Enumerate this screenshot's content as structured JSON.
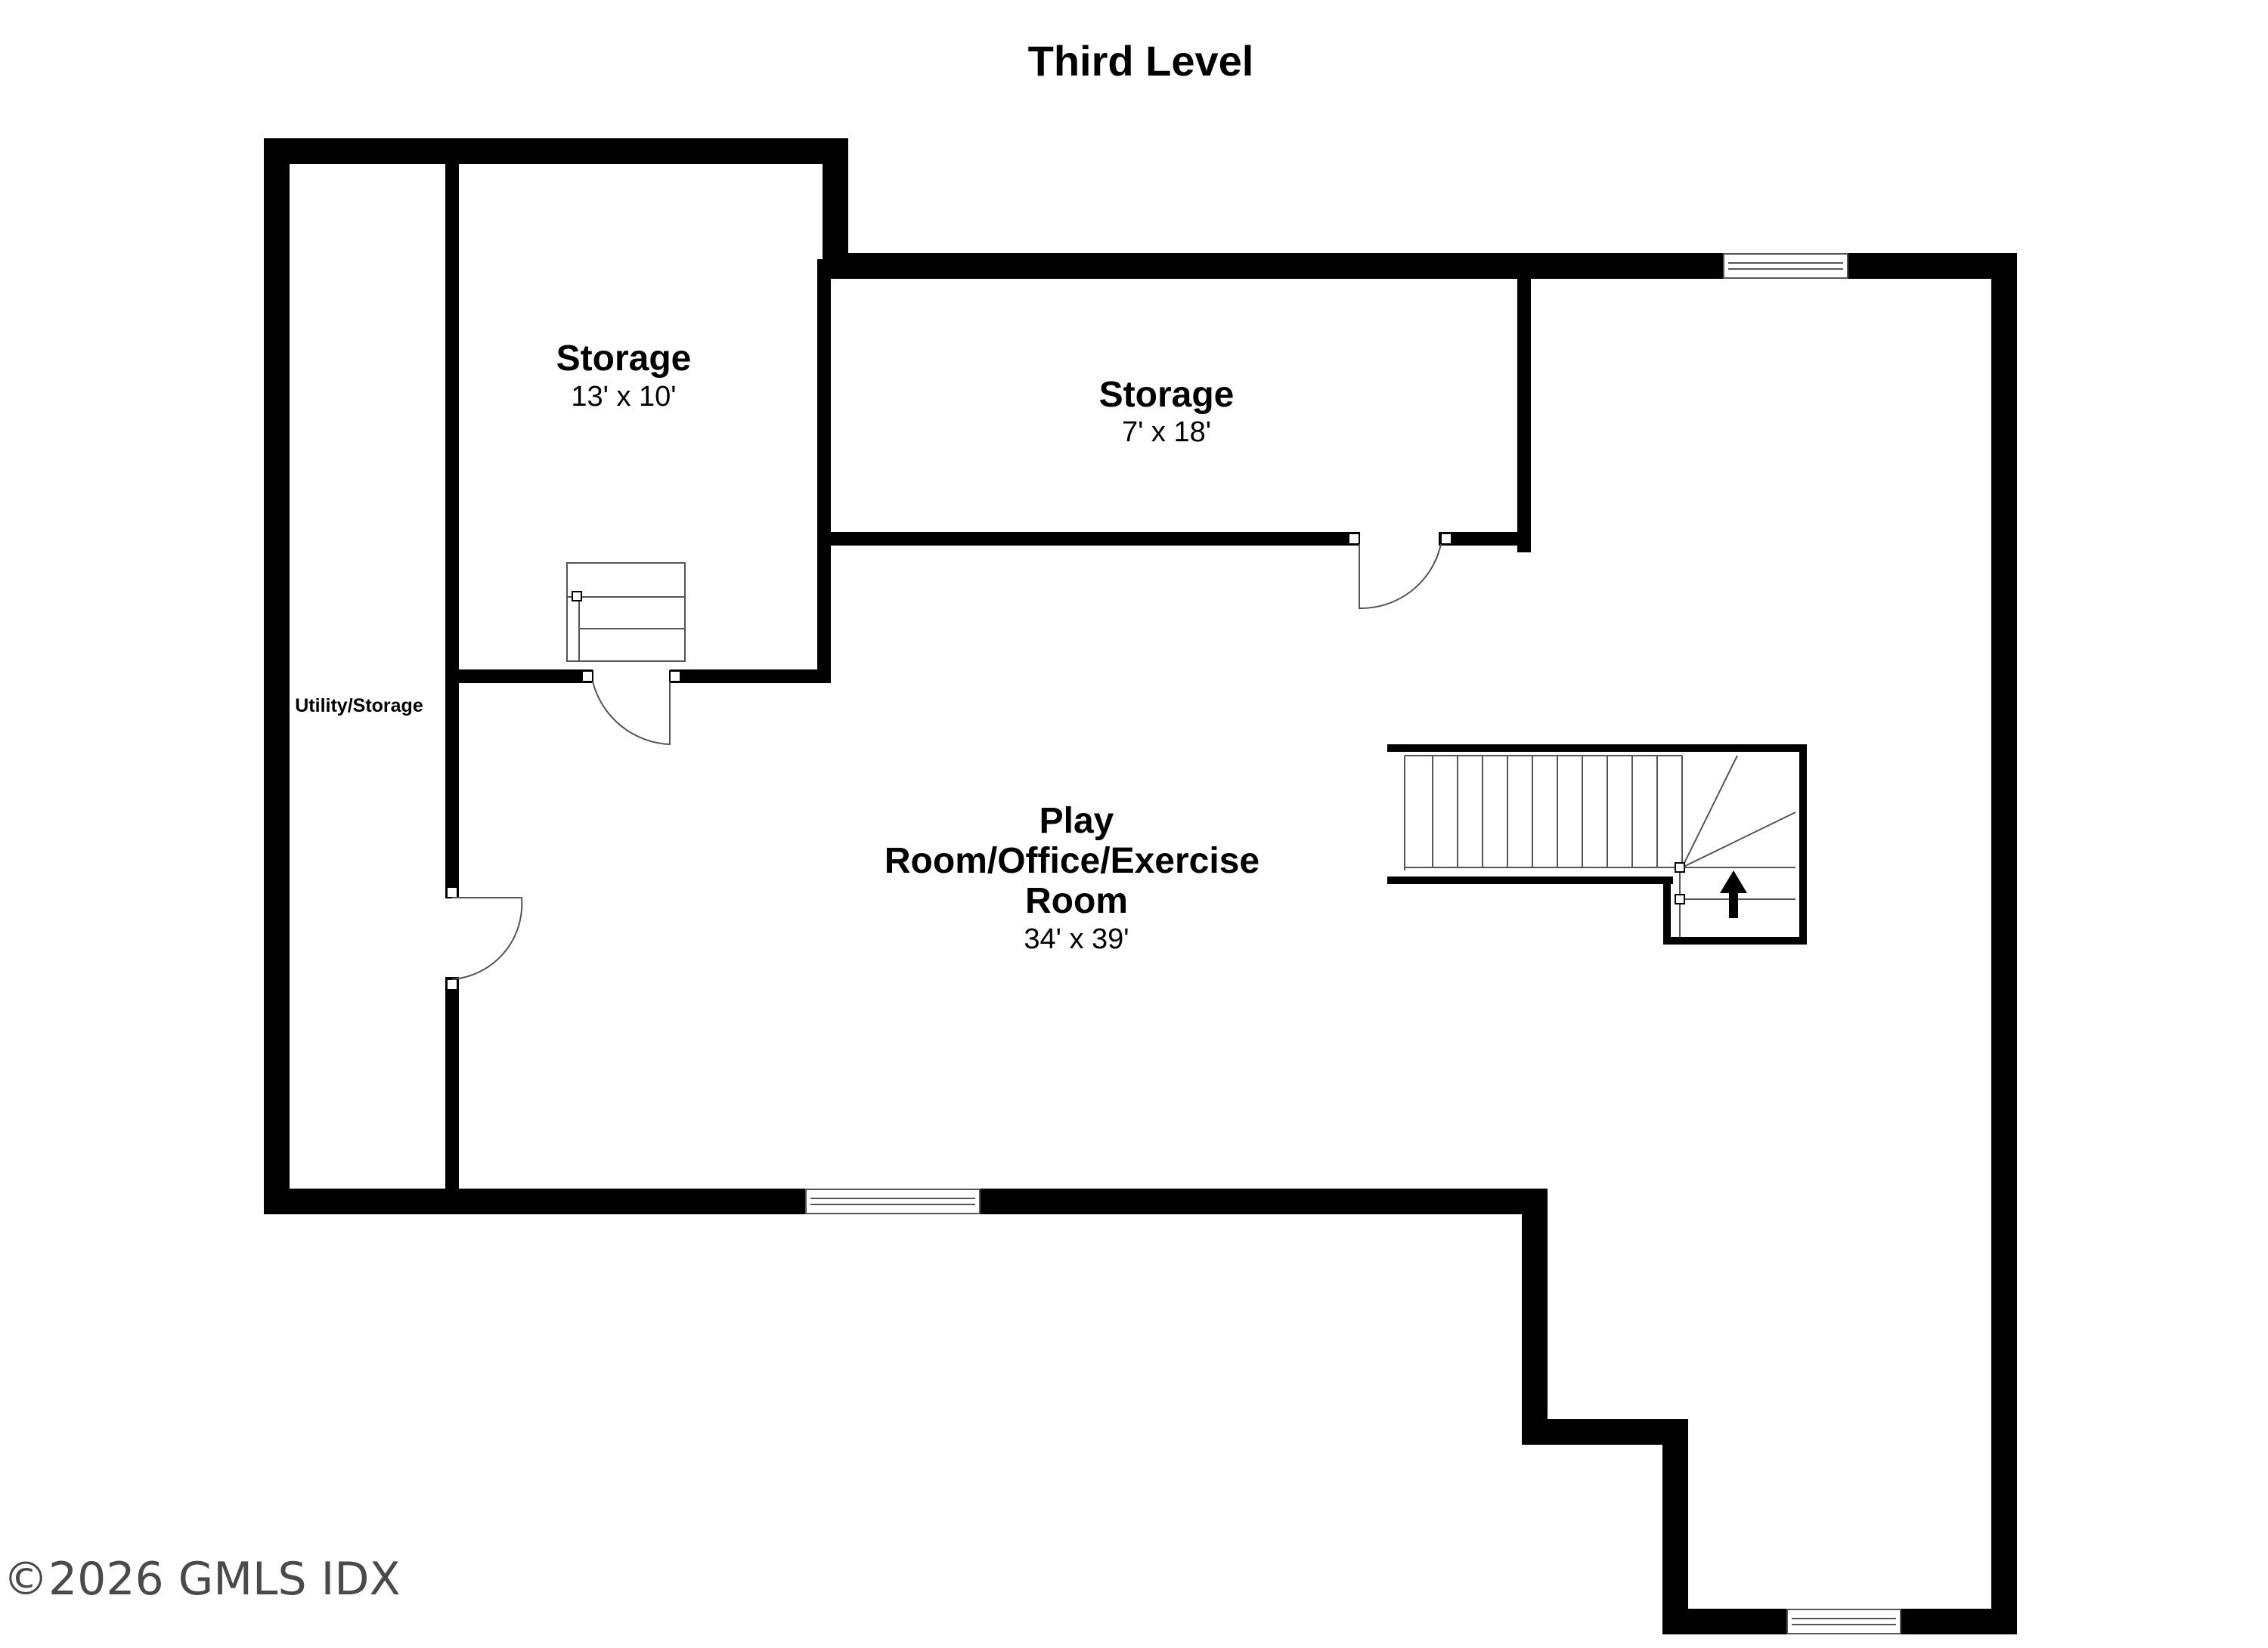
{
  "title": "Third Level",
  "rooms": {
    "storage_a": {
      "name": "Storage",
      "size": "13' x 10'"
    },
    "storage_b": {
      "name": "Storage",
      "size": "7' x 18'"
    },
    "utility": {
      "name": "Utility/Storage"
    },
    "play": {
      "name_line1": "Play",
      "name_line2": "Room/Office/Exercise",
      "name_line3": "Room",
      "size": "34' x 39'"
    }
  },
  "watermark": "©2026 GMLS IDX",
  "icons": {
    "stair_arrow": "up-arrow-icon"
  },
  "colors": {
    "wall": "#000000",
    "background": "#ffffff"
  }
}
